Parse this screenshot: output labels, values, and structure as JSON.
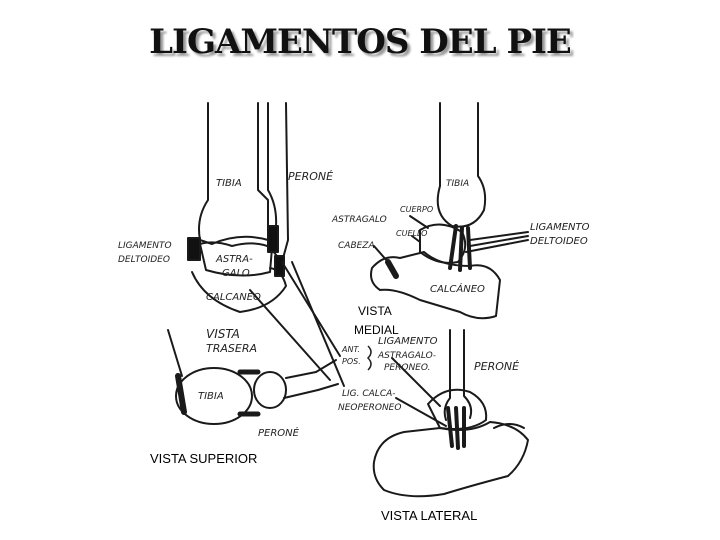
{
  "title": "LIGAMENTOS DEL PIE",
  "rear": {
    "tibia": "TIBIA",
    "perone": "PERONÉ",
    "ligamento": "LIGAMENTO",
    "deltoideo": "DELTOIDEO",
    "astra": "ASTRA-",
    "galo": "GALO",
    "calcaneo": "CALCANEO",
    "vista": "VISTA",
    "trasera": "TRASERA"
  },
  "superior": {
    "tibia": "TIBIA",
    "perone": "PERONÉ",
    "caption": "VISTA SUPERIOR"
  },
  "medial": {
    "tibia": "TIBIA",
    "cuerpo": "CUERPO",
    "astragalo": "ASTRAGALO",
    "cuello": "CUELLO",
    "cabeza": "CABEZA",
    "ligamento": "LIGAMENTO",
    "deltoideo": "DELTOIDEO",
    "calcaneo": "CALCÁNEO",
    "caption_line1": "VISTA",
    "caption_line2": "MEDIAL"
  },
  "lateral": {
    "ant": "ANT.",
    "pos": "POS.",
    "ligamento": "LIGAMENTO",
    "astragalo": "ASTRAGALO-",
    "peroneo": "PERONEO.",
    "perone": "PERONÉ",
    "lig_calca": "LIG. CALCA-",
    "neoperoneo": "NEOPERONEO",
    "caption": "VISTA LATERAL"
  }
}
